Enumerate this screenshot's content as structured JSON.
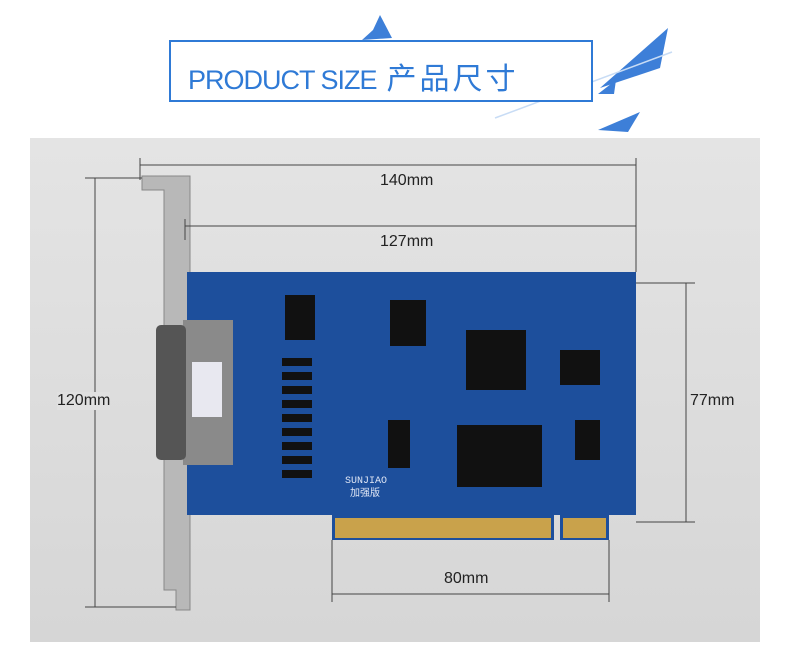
{
  "header": {
    "title_en": "PRODUCT SIZE",
    "title_cn": "产品尺寸",
    "accent": "#2f7ad6"
  },
  "dimensions": {
    "overall_length": "140mm",
    "board_length": "127mm",
    "overall_height": "120mm",
    "board_height": "77mm",
    "connector_length": "80mm"
  },
  "board": {
    "silkscreen_brand": "SUNJIAO",
    "silkscreen_edition": "加强版",
    "color": "#1d4f9c"
  }
}
